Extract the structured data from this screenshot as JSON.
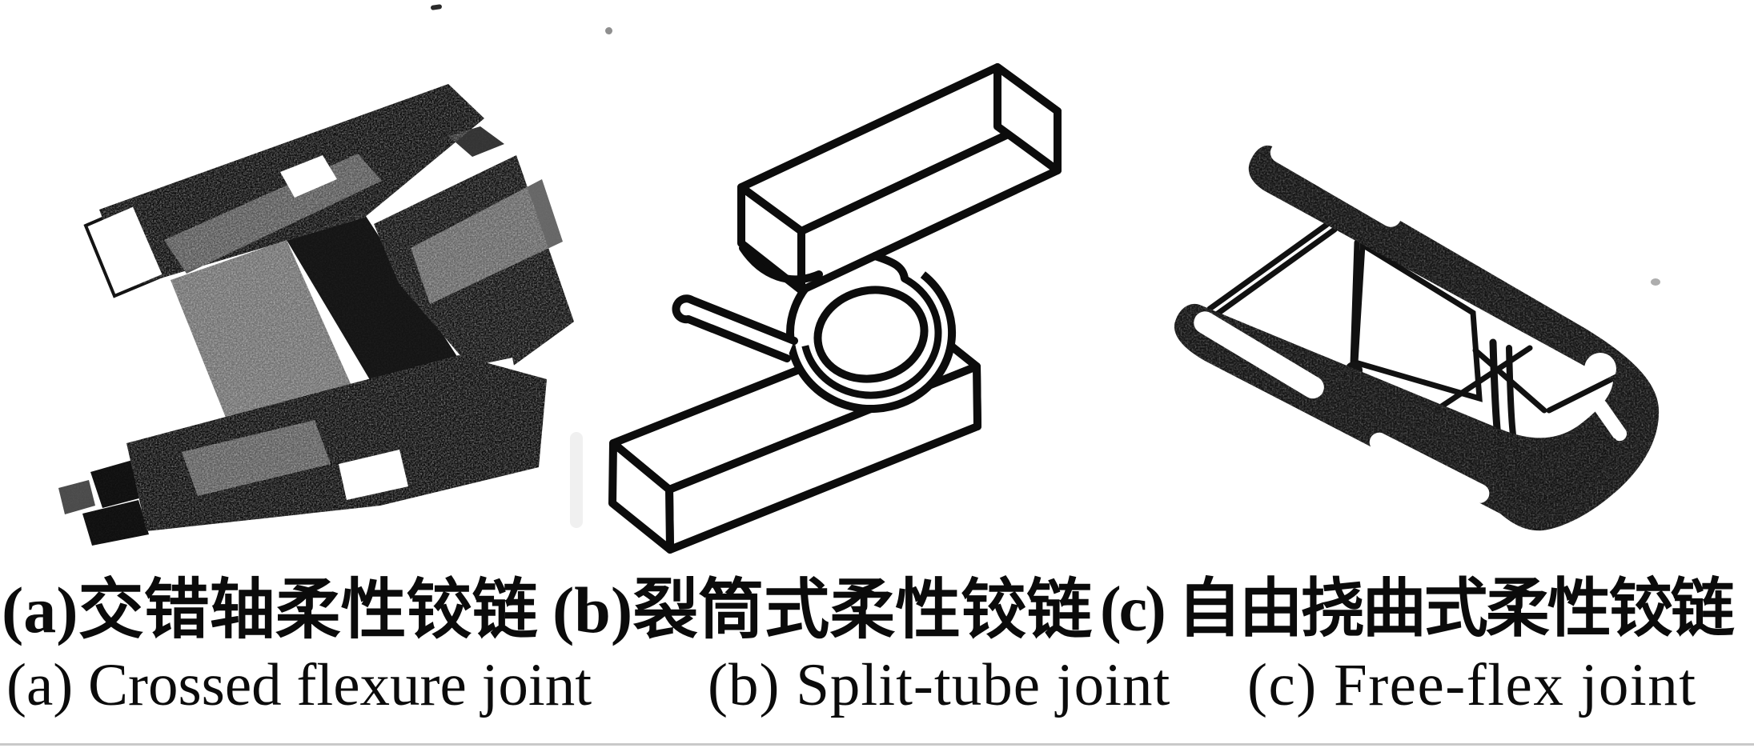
{
  "figure": {
    "captions_zh": {
      "a": "(a)交错轴柔性铰链",
      "b": "(b)裂筒式柔性铰链",
      "c": "(c) 自由挠曲式柔性铰链"
    },
    "captions_en": {
      "a": "(a) Crossed flexure joint",
      "b": "(b) Split-tube joint",
      "c": "(c) Free-flex joint"
    },
    "illustrations": {
      "a": "crossed-flexure-joint-photo",
      "b": "split-tube-joint-line-drawing",
      "c": "free-flex-joint-line-drawing"
    },
    "colors": {
      "ink": "#0b0b0b",
      "halftone_gray": "#6e6e6e",
      "paper": "#ffffff",
      "rule": "#c9c9c9"
    }
  }
}
